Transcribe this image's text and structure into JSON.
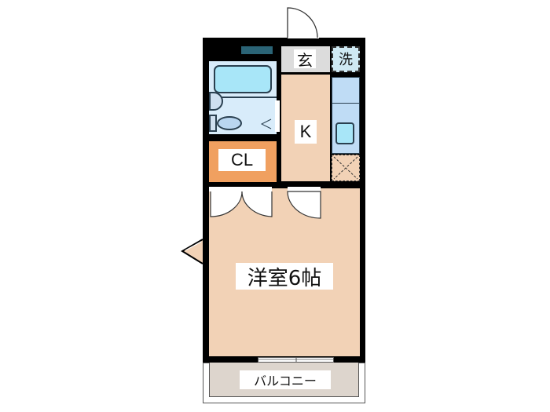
{
  "floorplan": {
    "rooms": {
      "entrance": {
        "label": "玄",
        "color": "#dcdcdc"
      },
      "laundry": {
        "label": "洗",
        "color": "#cfe9f3"
      },
      "kitchen": {
        "label": "K",
        "color": "#f2d2b6"
      },
      "closet": {
        "label": "CL",
        "color": "#f0a060"
      },
      "western_room": {
        "label": "洋室6帖",
        "color": "#f2d2b6"
      },
      "balcony": {
        "label": "バルコニー",
        "color": "#ddd5cd"
      },
      "bathroom": {
        "color": "#d8ecfa"
      }
    },
    "colors": {
      "wall": "#000000",
      "bath_fixture": "#a8e6f8",
      "counter": "#bfdcf5",
      "window_bar": "#2b6476"
    }
  }
}
